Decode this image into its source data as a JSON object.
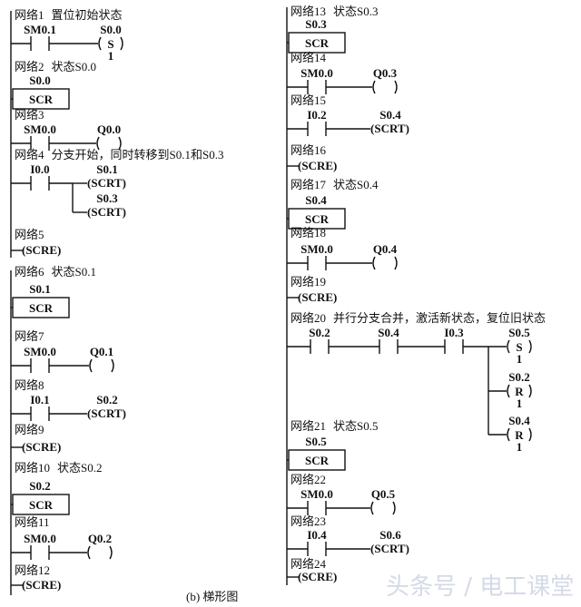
{
  "caption": "(b) 梯形图",
  "watermark": "头条号 / 电工课堂",
  "networks": [
    {
      "title": "网络1",
      "comment": "置位初始状态",
      "contacts": [
        "SM0.1"
      ],
      "coils": [
        {
          "addr": "S0.0",
          "type": "S",
          "n": "1"
        }
      ]
    },
    {
      "title": "网络2",
      "comment": "状态S0.0",
      "scr": {
        "addr": "S0.0",
        "label": "SCR"
      }
    },
    {
      "title": "网络3",
      "comment": "",
      "contacts": [
        "SM0.0"
      ],
      "coils": [
        {
          "addr": "Q0.0",
          "type": "",
          "n": ""
        }
      ]
    },
    {
      "title": "网络4",
      "comment": "分支开始，同时转移到S0.1和S0.3",
      "contacts": [
        "I0.0"
      ],
      "coils": [
        {
          "addr": "S0.1",
          "type": "SCRT",
          "n": ""
        },
        {
          "addr": "S0.3",
          "type": "SCRT",
          "n": ""
        }
      ]
    },
    {
      "title": "网络5",
      "comment": "",
      "scre": "(SCRE)"
    },
    {
      "title": "网络6",
      "comment": "状态S0.1",
      "scr": {
        "addr": "S0.1",
        "label": "SCR"
      }
    },
    {
      "title": "网络7",
      "comment": "",
      "contacts": [
        "SM0.0"
      ],
      "coils": [
        {
          "addr": "Q0.1",
          "type": "",
          "n": ""
        }
      ]
    },
    {
      "title": "网络8",
      "comment": "",
      "contacts": [
        "I0.1"
      ],
      "coils": [
        {
          "addr": "S0.2",
          "type": "SCRT",
          "n": ""
        }
      ]
    },
    {
      "title": "网络9",
      "comment": "",
      "scre": "(SCRE)"
    },
    {
      "title": "网络10",
      "comment": "状态S0.2",
      "scr": {
        "addr": "S0.2",
        "label": "SCR"
      }
    },
    {
      "title": "网络11",
      "comment": "",
      "contacts": [
        "SM0.0"
      ],
      "coils": [
        {
          "addr": "Q0.2",
          "type": "",
          "n": ""
        }
      ]
    },
    {
      "title": "网络12",
      "comment": "",
      "scre": "(SCRE)"
    },
    {
      "title": "网络13",
      "comment": "状态S0.3",
      "scr": {
        "addr": "S0.3",
        "label": "SCR"
      }
    },
    {
      "title": "网络14",
      "comment": "",
      "contacts": [
        "SM0.0"
      ],
      "coils": [
        {
          "addr": "Q0.3",
          "type": "",
          "n": ""
        }
      ]
    },
    {
      "title": "网络15",
      "comment": "",
      "contacts": [
        "I0.2"
      ],
      "coils": [
        {
          "addr": "S0.4",
          "type": "SCRT",
          "n": ""
        }
      ]
    },
    {
      "title": "网络16",
      "comment": "",
      "scre": "(SCRE)"
    },
    {
      "title": "网络17",
      "comment": "状态S0.4",
      "scr": {
        "addr": "S0.4",
        "label": "SCR"
      }
    },
    {
      "title": "网络18",
      "comment": "",
      "contacts": [
        "SM0.0"
      ],
      "coils": [
        {
          "addr": "Q0.4",
          "type": "",
          "n": ""
        }
      ]
    },
    {
      "title": "网络19",
      "comment": "",
      "scre": "(SCRE)"
    },
    {
      "title": "网络20",
      "comment": "并行分支合并，激活新状态，复位旧状态",
      "contacts": [
        "S0.2",
        "S0.4",
        "I0.3"
      ],
      "coils": [
        {
          "addr": "S0.5",
          "type": "S",
          "n": "1"
        },
        {
          "addr": "S0.2",
          "type": "R",
          "n": "1"
        },
        {
          "addr": "S0.4",
          "type": "R",
          "n": "1"
        }
      ]
    },
    {
      "title": "网络21",
      "comment": "状态S0.5",
      "scr": {
        "addr": "S0.5",
        "label": "SCR"
      }
    },
    {
      "title": "网络22",
      "comment": "",
      "contacts": [
        "SM0.0"
      ],
      "coils": [
        {
          "addr": "Q0.5",
          "type": "",
          "n": ""
        }
      ]
    },
    {
      "title": "网络23",
      "comment": "",
      "contacts": [
        "I0.4"
      ],
      "coils": [
        {
          "addr": "S0.6",
          "type": "SCRT",
          "n": ""
        }
      ]
    },
    {
      "title": "网络24",
      "comment": "",
      "scre": "(SCRE)"
    }
  ]
}
